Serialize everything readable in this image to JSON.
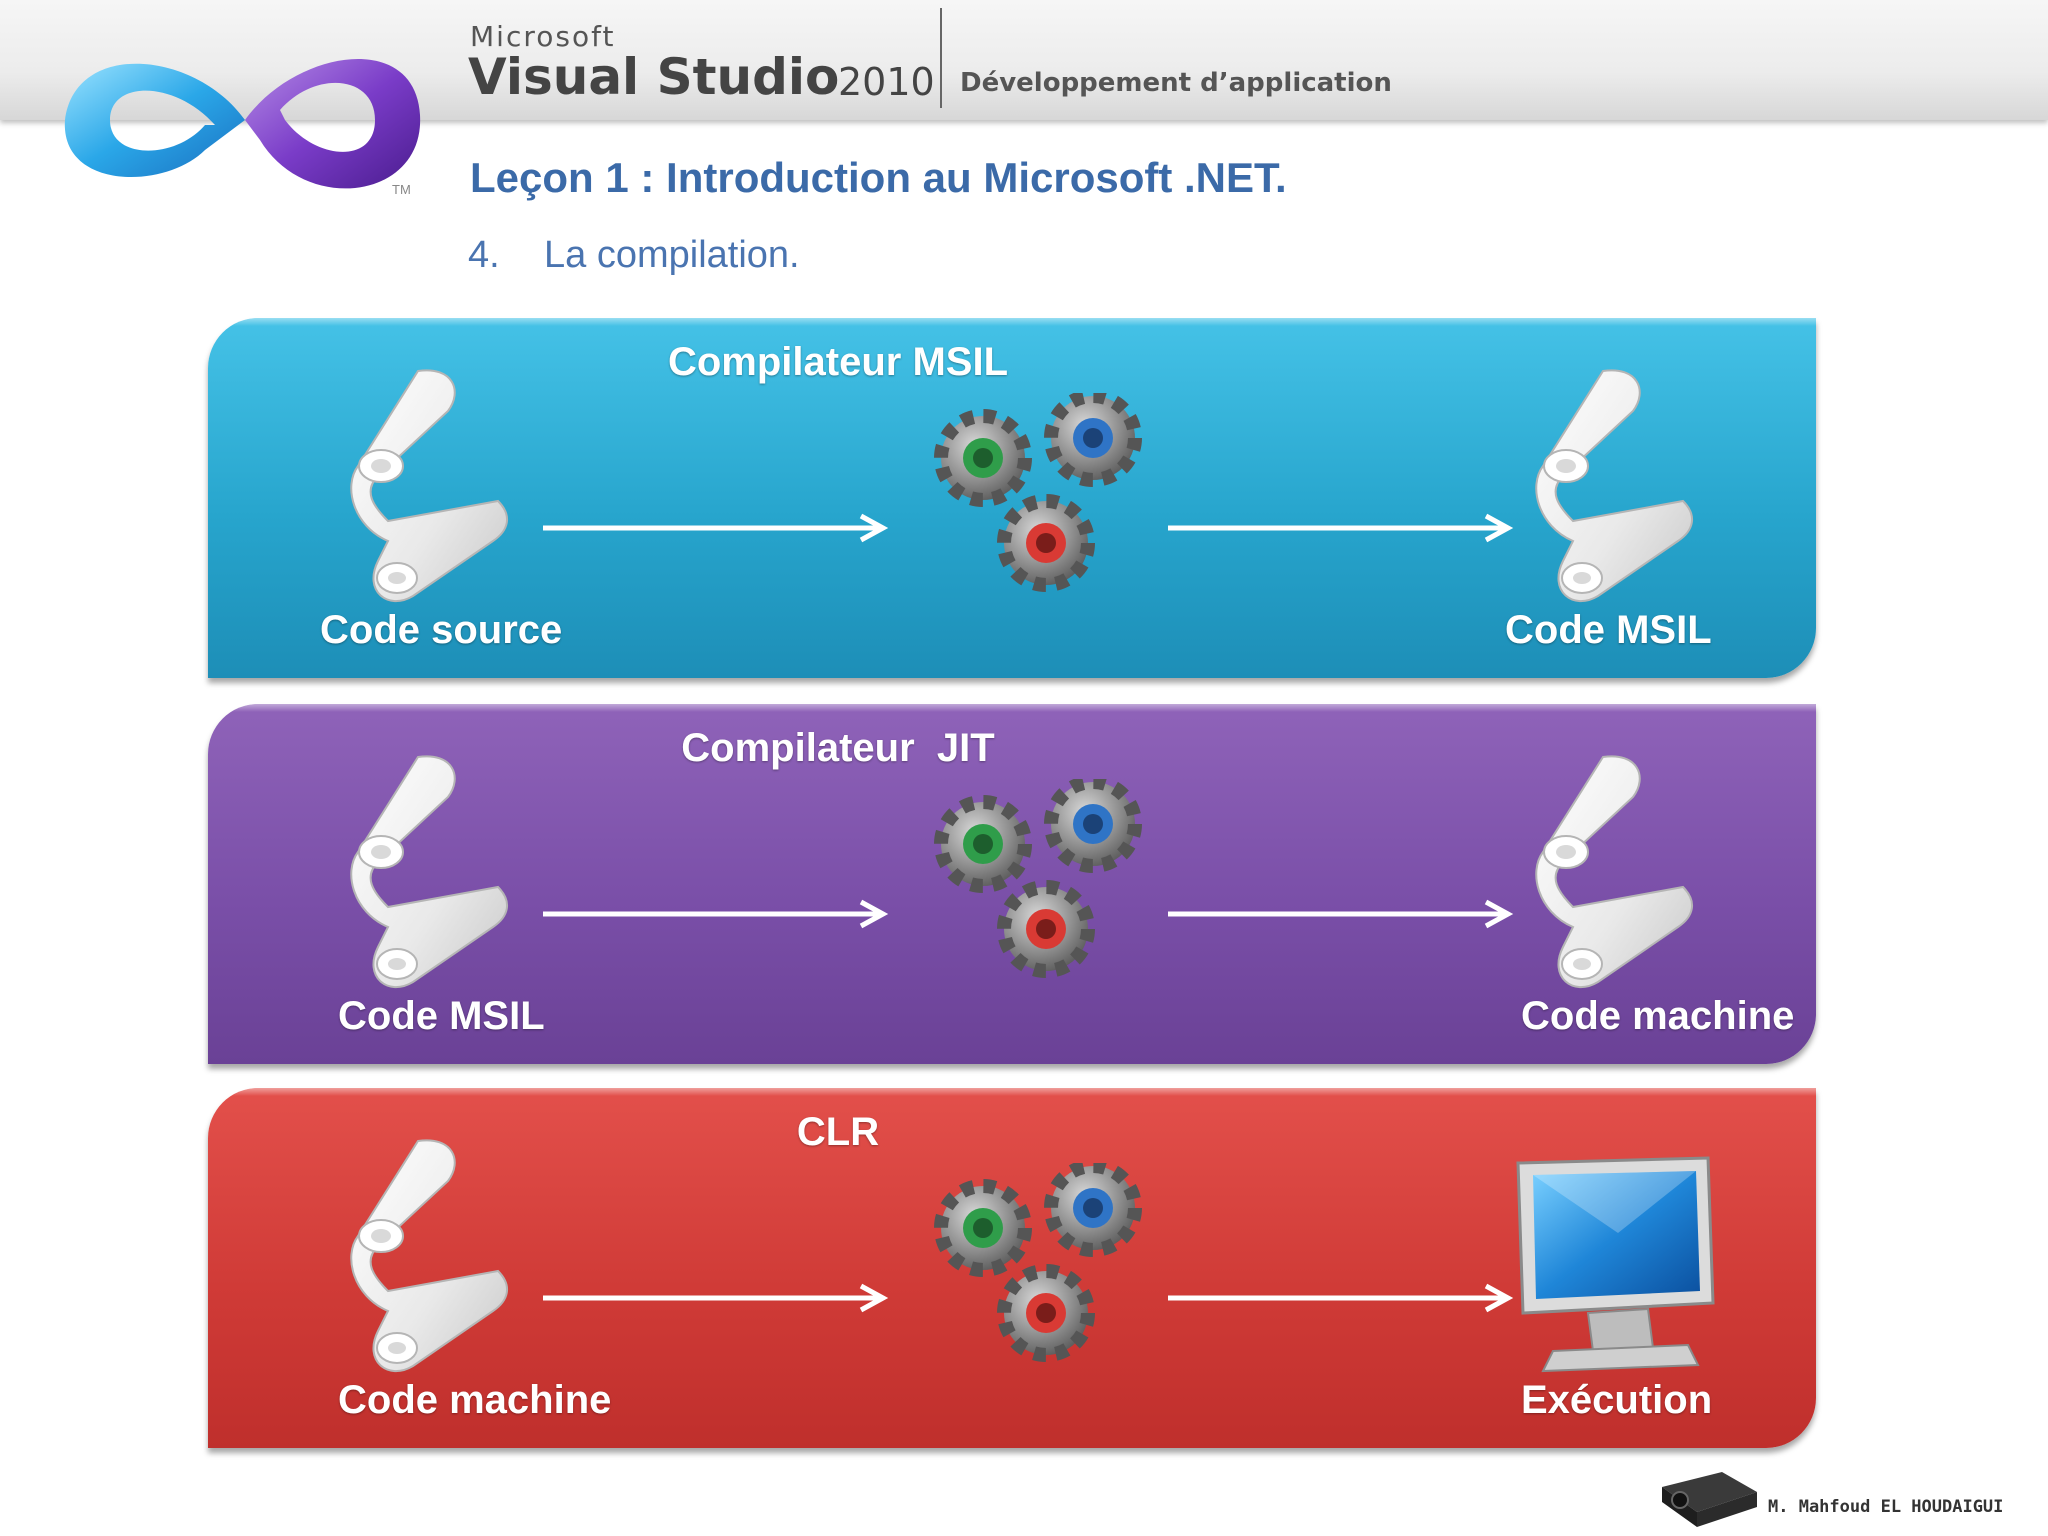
{
  "header": {
    "brand_company": "Microsoft",
    "brand_product": "Visual Studio",
    "brand_year": "2010",
    "brand_subtitle": "Développement d’application",
    "trademark": "TM"
  },
  "lesson": {
    "title": "Leçon 1 : Introduction au Microsoft .NET.",
    "item_number": "4.",
    "item_text": "La compilation."
  },
  "panels": [
    {
      "title": "Compilateur MSIL",
      "input_label": "Code source",
      "output_label": "Code MSIL",
      "color": "#27a5cd",
      "output_icon": "scroll-icon"
    },
    {
      "title": "Compilateur  JIT",
      "input_label": "Code MSIL",
      "output_label": "Code machine",
      "color": "#7a4fa8",
      "output_icon": "scroll-icon"
    },
    {
      "title": "CLR",
      "input_label": "Code machine",
      "output_label": "Exécution",
      "color": "#d03b37",
      "output_icon": "monitor-icon"
    }
  ],
  "footer": {
    "author": "M. Mahfoud EL HOUDAIGUI",
    "icon": "projector-icon"
  }
}
